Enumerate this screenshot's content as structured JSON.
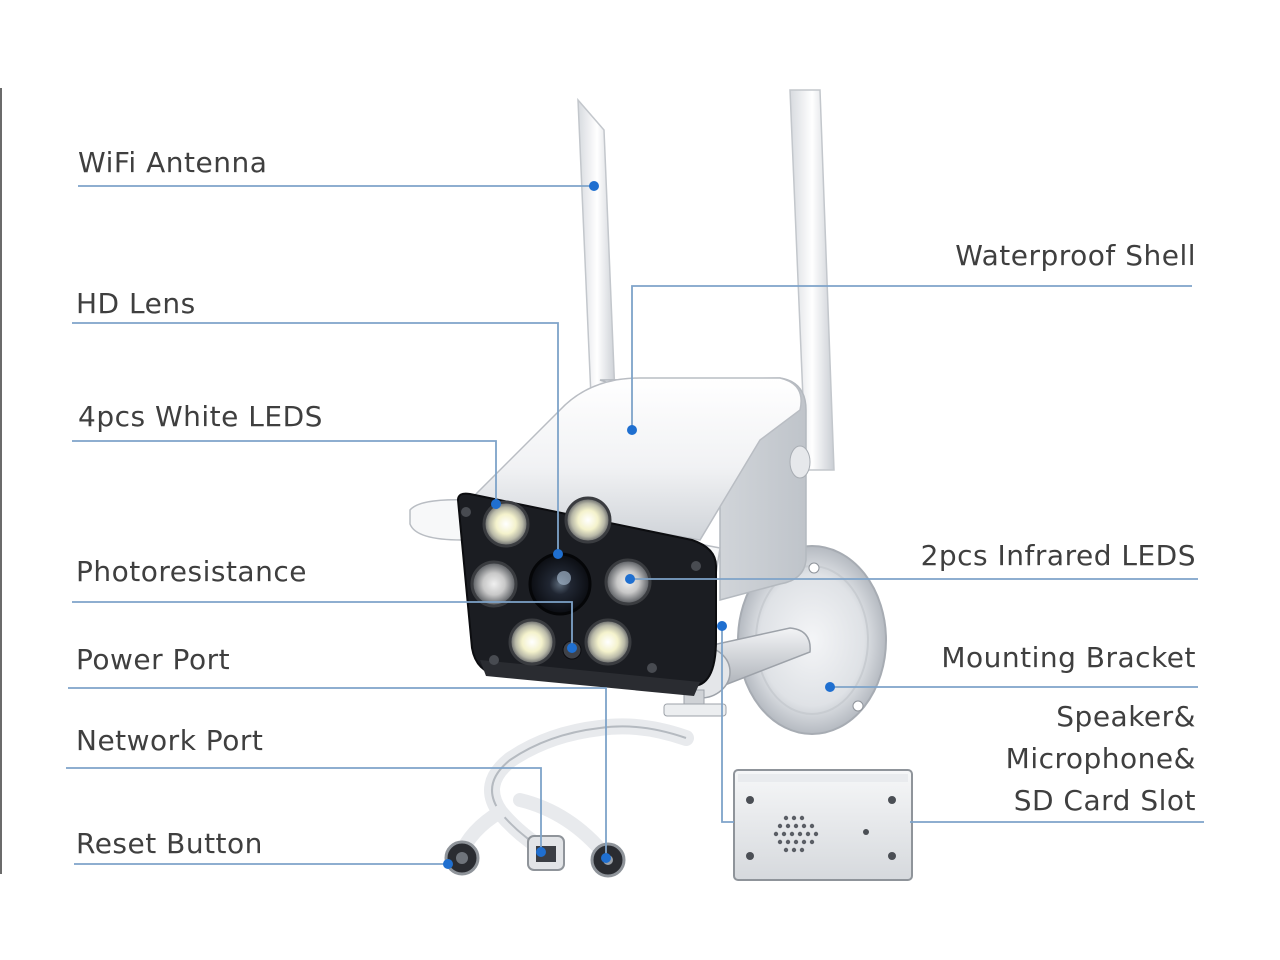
{
  "diagram": {
    "labels": {
      "wifi_antenna": "WiFi Antenna",
      "hd_lens": "HD Lens",
      "white_leds": "4pcs White LEDS",
      "photoresistance": "Photoresistance",
      "power_port": "Power Port",
      "network_port": "Network Port",
      "reset_button": "Reset Button",
      "waterproof_shell": "Waterproof Shell",
      "infrared_leds": "2pcs Infrared LEDS",
      "mounting_bracket": "Mounting Bracket",
      "speaker_line1": "Speaker&",
      "speaker_line2": "Microphone&",
      "speaker_line3": "SD Card Slot"
    },
    "colors": {
      "leader_line": "#7ea3c9",
      "callout_dot": "#1f6fd0",
      "label_text": "#3f3f3f",
      "camera_face": "#1b1d22",
      "camera_shell": "#f2f3f5"
    }
  }
}
